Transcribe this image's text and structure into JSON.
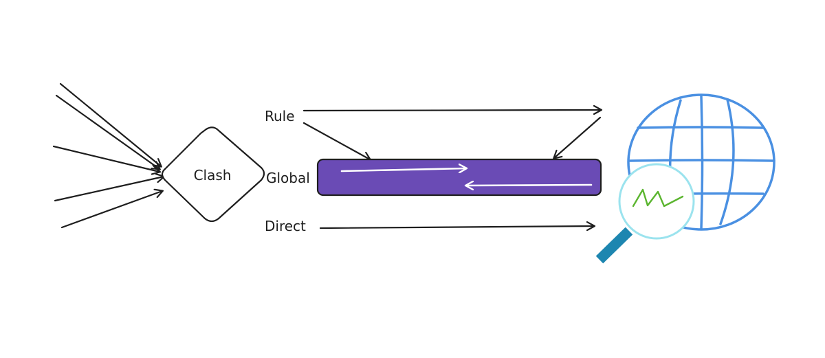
{
  "diagram": {
    "center_node": {
      "label": "Clash"
    },
    "modes": {
      "rule": "Rule",
      "global": "Global",
      "direct": "Direct"
    },
    "icons": {
      "tunnel": "proxy-tunnel-bar",
      "globe": "globe-icon",
      "magnifier": "magnifier-icon",
      "signal": "signal-wave-icon"
    },
    "colors": {
      "stroke": "#1e1e1e",
      "tunnel_fill": "#6a4bb5",
      "globe_stroke": "#4a90e2",
      "lens_ring": "#9be3ee",
      "lens_handle": "#1d86b0",
      "signal": "#5bb52f"
    }
  }
}
